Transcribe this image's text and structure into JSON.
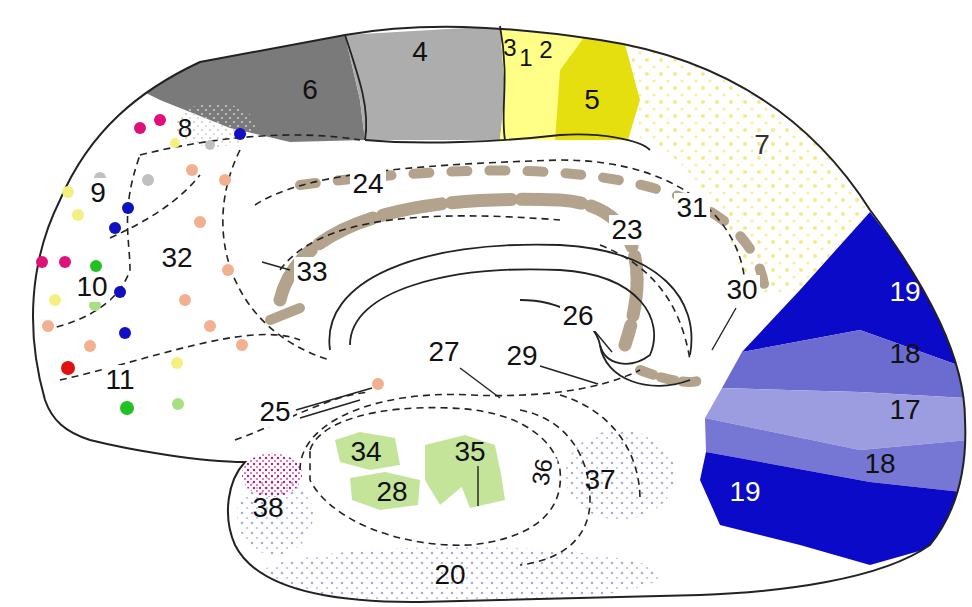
{
  "diagram": {
    "labels": [
      "6",
      "4",
      "3",
      "1",
      "2",
      "5",
      "7",
      "8",
      "9",
      "24",
      "31",
      "23",
      "32",
      "33",
      "10",
      "30",
      "26",
      "19",
      "18",
      "27",
      "29",
      "17",
      "25",
      "11",
      "18",
      "34",
      "35",
      "28",
      "36",
      "37",
      "19",
      "38",
      "20"
    ]
  }
}
